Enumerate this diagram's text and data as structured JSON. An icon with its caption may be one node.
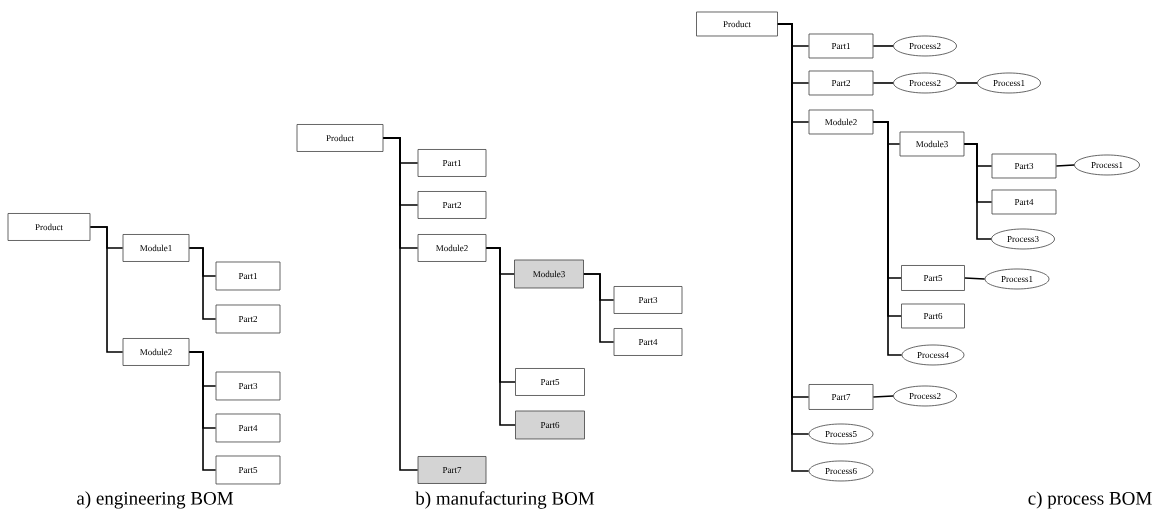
{
  "diagram": {
    "nodes": [
      {
        "text": [
          "Product"
        ]
      },
      {
        "text": [
          "Module1"
        ]
      },
      {
        "text": [
          "Part1"
        ]
      },
      {
        "text": [
          "Part2"
        ]
      },
      {
        "text": [
          "Module2"
        ]
      },
      {
        "text": [
          "Part3"
        ]
      },
      {
        "text": [
          "Part4"
        ]
      },
      {
        "text": [
          "Part5"
        ]
      },
      {
        "text": [
          "Product"
        ]
      },
      {
        "text": [
          "Part1"
        ]
      },
      {
        "text": [
          "Part2"
        ]
      },
      {
        "text": [
          "Module2"
        ]
      },
      {
        "text": [
          "Module3"
        ]
      },
      {
        "text": [
          "Part3"
        ]
      },
      {
        "text": [
          "Part4"
        ]
      },
      {
        "text": [
          "Part5"
        ]
      },
      {
        "text": [
          "Part6"
        ]
      },
      {
        "text": [
          "Part7"
        ]
      },
      {
        "text": [
          "Product"
        ]
      },
      {
        "text": [
          "Part1"
        ]
      },
      {
        "text": [
          "Process2"
        ]
      },
      {
        "text": [
          "Part2"
        ]
      },
      {
        "text": [
          "Process2"
        ]
      },
      {
        "text": [
          "Process1"
        ]
      },
      {
        "text": [
          "Module2"
        ]
      },
      {
        "text": [
          "Module3"
        ]
      },
      {
        "text": [
          "Part3"
        ]
      },
      {
        "text": [
          "Process1"
        ]
      },
      {
        "text": [
          "Part4"
        ]
      },
      {
        "text": [
          "Process3"
        ]
      },
      {
        "text": [
          "Part5"
        ]
      },
      {
        "text": [
          "Process1"
        ]
      },
      {
        "text": [
          "Part6"
        ]
      },
      {
        "text": [
          "Process4"
        ]
      },
      {
        "text": [
          "Part7"
        ]
      },
      {
        "text": [
          "Process2"
        ]
      },
      {
        "text": [
          "Process5"
        ]
      },
      {
        "text": [
          "Process6"
        ]
      }
    ],
    "edges": [
      {
        "from": 0,
        "to": 1,
        "arrow": "none"
      },
      {
        "from": 0,
        "to": 4,
        "arrow": "none"
      },
      {
        "from": 1,
        "to": 2,
        "arrow": "none"
      },
      {
        "from": 1,
        "to": 3,
        "arrow": "none"
      },
      {
        "from": 4,
        "to": 5,
        "arrow": "none"
      },
      {
        "from": 4,
        "to": 6,
        "arrow": "none"
      },
      {
        "from": 4,
        "to": 7,
        "arrow": "none"
      },
      {
        "from": 8,
        "to": 9,
        "arrow": "none"
      },
      {
        "from": 8,
        "to": 10,
        "arrow": "none"
      },
      {
        "from": 8,
        "to": 11,
        "arrow": "none"
      },
      {
        "from": 8,
        "to": 17,
        "arrow": "none"
      },
      {
        "from": 11,
        "to": 12,
        "arrow": "none"
      },
      {
        "from": 11,
        "to": 15,
        "arrow": "none"
      },
      {
        "from": 11,
        "to": 16,
        "arrow": "none"
      },
      {
        "from": 12,
        "to": 13,
        "arrow": "none"
      },
      {
        "from": 12,
        "to": 14,
        "arrow": "none"
      },
      {
        "from": 18,
        "to": 19,
        "arrow": "none"
      },
      {
        "from": 18,
        "to": 21,
        "arrow": "none"
      },
      {
        "from": 18,
        "to": 24,
        "arrow": "none"
      },
      {
        "from": 18,
        "to": 34,
        "arrow": "none"
      },
      {
        "from": 18,
        "to": 36,
        "arrow": "none"
      },
      {
        "from": 18,
        "to": 37,
        "arrow": "none"
      },
      {
        "from": 19,
        "to": 20,
        "arrow": "none"
      },
      {
        "from": 21,
        "to": 22,
        "arrow": "none"
      },
      {
        "from": 22,
        "to": 23,
        "arrow": "none"
      },
      {
        "from": 24,
        "to": 25,
        "arrow": "none"
      },
      {
        "from": 24,
        "to": 30,
        "arrow": "none"
      },
      {
        "from": 24,
        "to": 32,
        "arrow": "none"
      },
      {
        "from": 24,
        "to": 33,
        "arrow": "none"
      },
      {
        "from": 25,
        "to": 26,
        "arrow": "none"
      },
      {
        "from": 25,
        "to": 28,
        "arrow": "none"
      },
      {
        "from": 25,
        "to": 29,
        "arrow": "none"
      },
      {
        "from": 26,
        "to": 27,
        "arrow": "none"
      },
      {
        "from": 30,
        "to": 31,
        "arrow": "none"
      },
      {
        "from": 34,
        "to": 35,
        "arrow": "none"
      }
    ],
    "labels": [
      "a) engineering BOM",
      "b) manufacturing BOM",
      "c) process BOM"
    ]
  }
}
